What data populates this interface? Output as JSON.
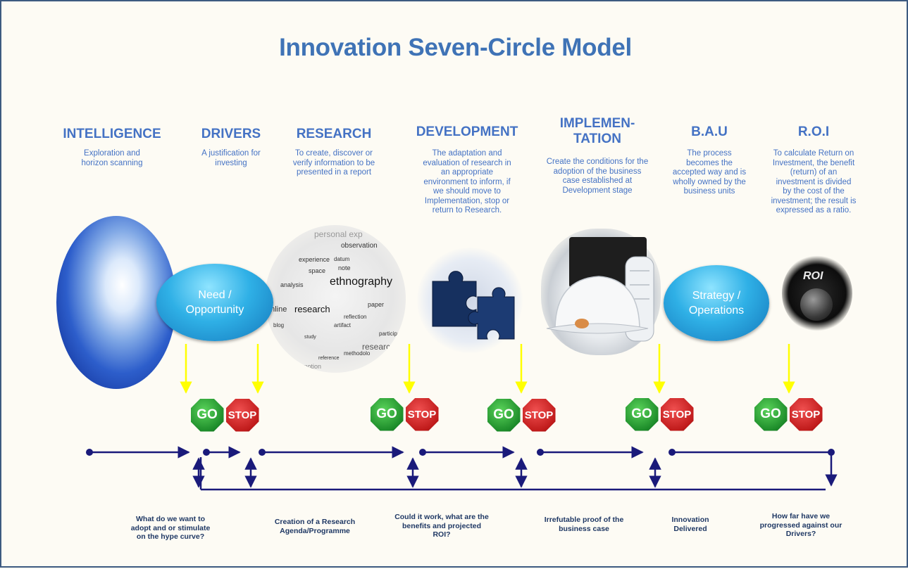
{
  "title": "Innovation Seven-Circle Model",
  "stages": [
    {
      "heading": "INTELLIGENCE",
      "desc": "Exploration and\nhorizon scanning"
    },
    {
      "heading": "DRIVERS",
      "desc": "A justification for\ninvesting"
    },
    {
      "heading": "RESEARCH",
      "desc": "To create, discover or\nverify information to be\npresented in a report"
    },
    {
      "heading": "DEVELOPMENT",
      "desc": "The adaptation and\nevaluation of research in\nan appropriate\nenvironment to inform, if\nwe should move to\nImplementation, stop or\nreturn to Research."
    },
    {
      "heading": "IMPLEMEN-\nTATION",
      "desc": "Create the conditions for the\nadoption of the business\ncase established at\nDevelopment stage"
    },
    {
      "heading": "B.A.U",
      "desc": "The process\nbecomes the\naccepted way and is\nwholly owned by the\nbusiness units"
    },
    {
      "heading": "R.O.I",
      "desc": "To calculate Return on\nInvestment, the benefit\n(return) of an\ninvestment is divided\nby the cost of the\ninvestment; the result is\nexpressed as a ratio."
    }
  ],
  "pills": {
    "need": "Need /\nOpportunity",
    "strategy": "Strategy /\nOperations"
  },
  "images": {
    "research_words": [
      "personal exp",
      "observation",
      "experience",
      "datum",
      "note",
      "space",
      "ethnography",
      "analysis",
      "online",
      "research",
      "paper",
      "reflection",
      "artifact",
      "blog",
      "study",
      "methodolo",
      "researc",
      "reference",
      "emotion",
      "participa"
    ],
    "roi_label": "ROI"
  },
  "gates": {
    "go": "GO",
    "stop": "STOP"
  },
  "questions": [
    "What do we want to\nadopt and or stimulate\non the hype curve?",
    "Creation of a Research\nAgenda/Programme",
    "Could it work, what are the\nbenefits and projected\nROI?",
    "Irrefutable proof of the\nbusiness case",
    "Innovation\nDelivered",
    "How far have we\nprogressed against our\nDrivers?"
  ],
  "colors": {
    "title": "#3f73b6",
    "heading": "#4472c4",
    "timeline": "#1a1a7a",
    "arrow": "#ffff00",
    "go": "#1d8c2a",
    "stop": "#c01b1b"
  }
}
